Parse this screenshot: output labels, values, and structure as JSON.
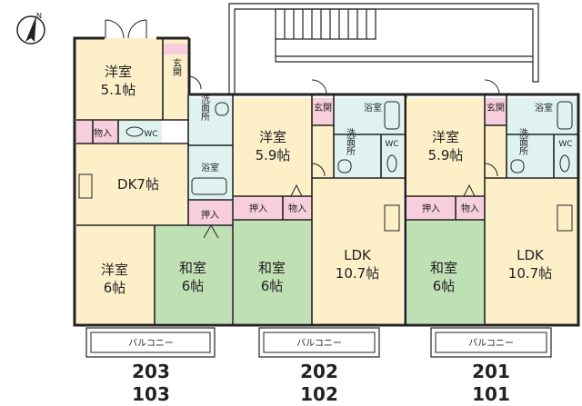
{
  "colors": {
    "western_room": "#fdf0c8",
    "japanese_room": "#bfe0b4",
    "storage": "#f7cfdc",
    "wet_area": "#dff2ef",
    "wall": "#222222"
  },
  "compass": {
    "label": "N",
    "icon": "north-arrow-icon"
  },
  "unit203": {
    "youshitsu_a": "洋室",
    "youshitsu_a_size": "5.1帖",
    "genkan": "玄関",
    "monoire": "物入",
    "wc": "WC",
    "senmenjo": "洗面所",
    "yokushitsu": "浴室",
    "dk": "DK7帖",
    "oshiire": "押入",
    "youshitsu_b": "洋室",
    "youshitsu_b_size": "6帖",
    "washitsu": "和室",
    "washitsu_size": "6帖",
    "balcony": "バルコニー",
    "number_upper": "203",
    "number_lower": "103"
  },
  "unit202": {
    "genkan": "玄関",
    "yokushitsu": "浴室",
    "youshitsu": "洋室",
    "youshitsu_size": "5.9帖",
    "senmenjo": "洗面所",
    "wc": "WC",
    "oshiire": "押入",
    "monoire": "物入",
    "washitsu": "和室",
    "washitsu_size": "6帖",
    "ldk": "LDK",
    "ldk_size": "10.7帖",
    "balcony": "バルコニー",
    "number_upper": "202",
    "number_lower": "102"
  },
  "unit201": {
    "genkan": "玄関",
    "yokushitsu": "浴室",
    "youshitsu": "洋室",
    "youshitsu_size": "5.9帖",
    "senmenjo": "洗面所",
    "wc": "WC",
    "oshiire": "押入",
    "monoire": "物入",
    "washitsu": "和室",
    "washitsu_size": "6帖",
    "ldk": "LDK",
    "ldk_size": "10.7帖",
    "balcony": "バルコニー",
    "number_upper": "201",
    "number_lower": "101"
  }
}
